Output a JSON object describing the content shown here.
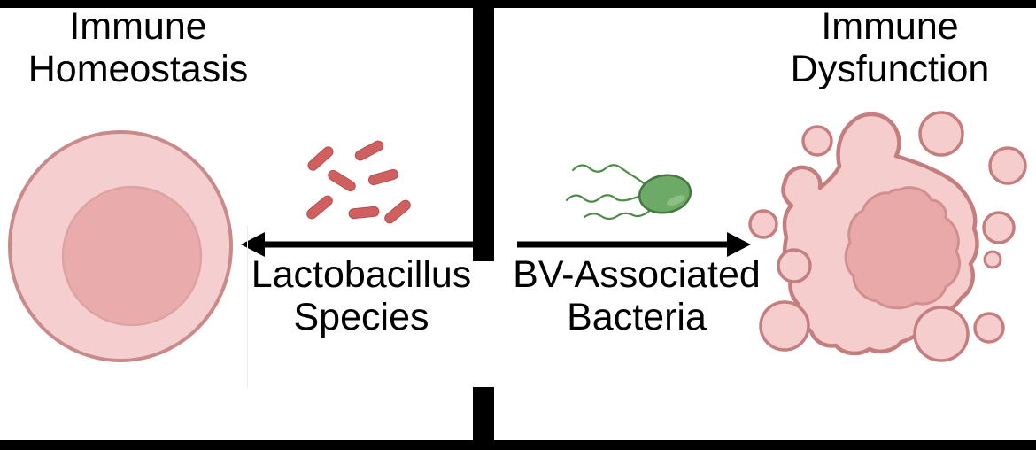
{
  "figure": {
    "left_panel": {
      "title": [
        "Immune",
        "Homeostasis"
      ],
      "arrow": {
        "direction": "left",
        "label": [
          "Lactobacillus",
          "Species"
        ]
      },
      "illustrations": [
        "healthy-immune-cell",
        "lactobacillus-rod-bacteria"
      ]
    },
    "right_panel": {
      "title": [
        "Immune",
        "Dysfunction"
      ],
      "arrow": {
        "direction": "right",
        "label": [
          "BV-Associated",
          "Bacteria"
        ]
      },
      "illustrations": [
        "flagellated-bv-bacterium",
        "dysfunctional-immune-cell"
      ]
    }
  },
  "colors": {
    "background": "#ffffff",
    "frame": "#000000",
    "text": "#000000",
    "cell_fill": "#f5cfcf",
    "cell_stroke": "#c98a8a",
    "nucleus_fill": "#e9abab",
    "blob_fill": "#f5cdcd",
    "blob_stroke": "#c57e7e",
    "blob_nucleus_fill": "#e9a9a9",
    "rod_bacteria_fill": "#d05f5f",
    "green_bacterium_fill": "#6da967",
    "green_bacterium_stroke": "#44793f",
    "flagella_stroke": "#4f8c49"
  }
}
